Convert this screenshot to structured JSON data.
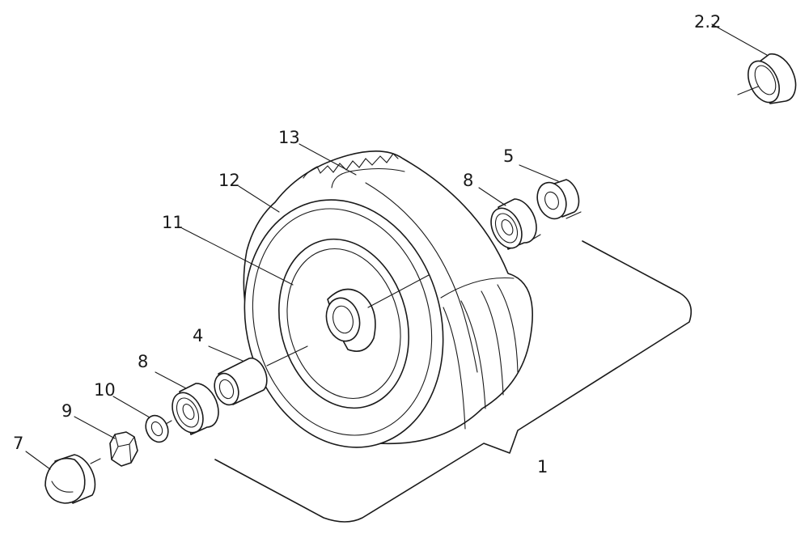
{
  "diagram": {
    "callouts": [
      {
        "id": "label-2-2",
        "text": "2.2"
      },
      {
        "id": "label-13",
        "text": "13"
      },
      {
        "id": "label-12",
        "text": "12"
      },
      {
        "id": "label-11",
        "text": "11"
      },
      {
        "id": "label-5",
        "text": "5"
      },
      {
        "id": "label-8-top",
        "text": "8"
      },
      {
        "id": "label-4",
        "text": "4"
      },
      {
        "id": "label-8-bottom",
        "text": "8"
      },
      {
        "id": "label-10",
        "text": "10"
      },
      {
        "id": "label-9",
        "text": "9"
      },
      {
        "id": "label-7",
        "text": "7"
      },
      {
        "id": "label-1",
        "text": "1"
      }
    ]
  }
}
